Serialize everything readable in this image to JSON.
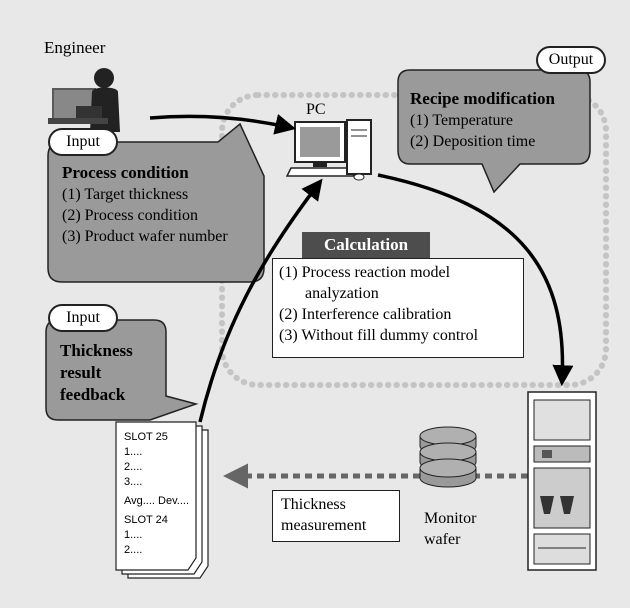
{
  "engineer_label": "Engineer",
  "pc_label": "PC",
  "input_pill_top": "Input",
  "output_pill": "Output",
  "process_condition": {
    "title": "Process condition",
    "items": [
      "(1) Target thickness",
      "(2) Process condition",
      "(3) Product wafer number"
    ]
  },
  "recipe_modification": {
    "title": "Recipe modification",
    "items": [
      "(1) Temperature",
      "(2) Deposition time"
    ]
  },
  "calculation": {
    "title": "Calculation",
    "items": [
      "(1) Process reaction model analyzation",
      "(2) Interference calibration",
      "(3) Without fill dummy control"
    ]
  },
  "input_pill_bottom": "Input",
  "thickness_feedback": {
    "lines": [
      "Thickness",
      "result",
      "feedback"
    ]
  },
  "report": {
    "slot_a": "SLOT 25",
    "rows_a": [
      "1....",
      "2....",
      "3...."
    ],
    "avg_dev": "Avg.... Dev....",
    "slot_b": "SLOT 24",
    "rows_b": [
      "1....",
      "2...."
    ]
  },
  "thickness_measurement": [
    "Thickness",
    "measurement"
  ],
  "monitor_wafer": [
    "Monitor",
    "wafer"
  ],
  "colors": {
    "background": "#e8e8e8",
    "callout_fill": "#9a9a9a",
    "calc_header": "#4d4d4d",
    "dotted_loop": "#c4c4c4",
    "dashed_arrow": "#666666"
  }
}
